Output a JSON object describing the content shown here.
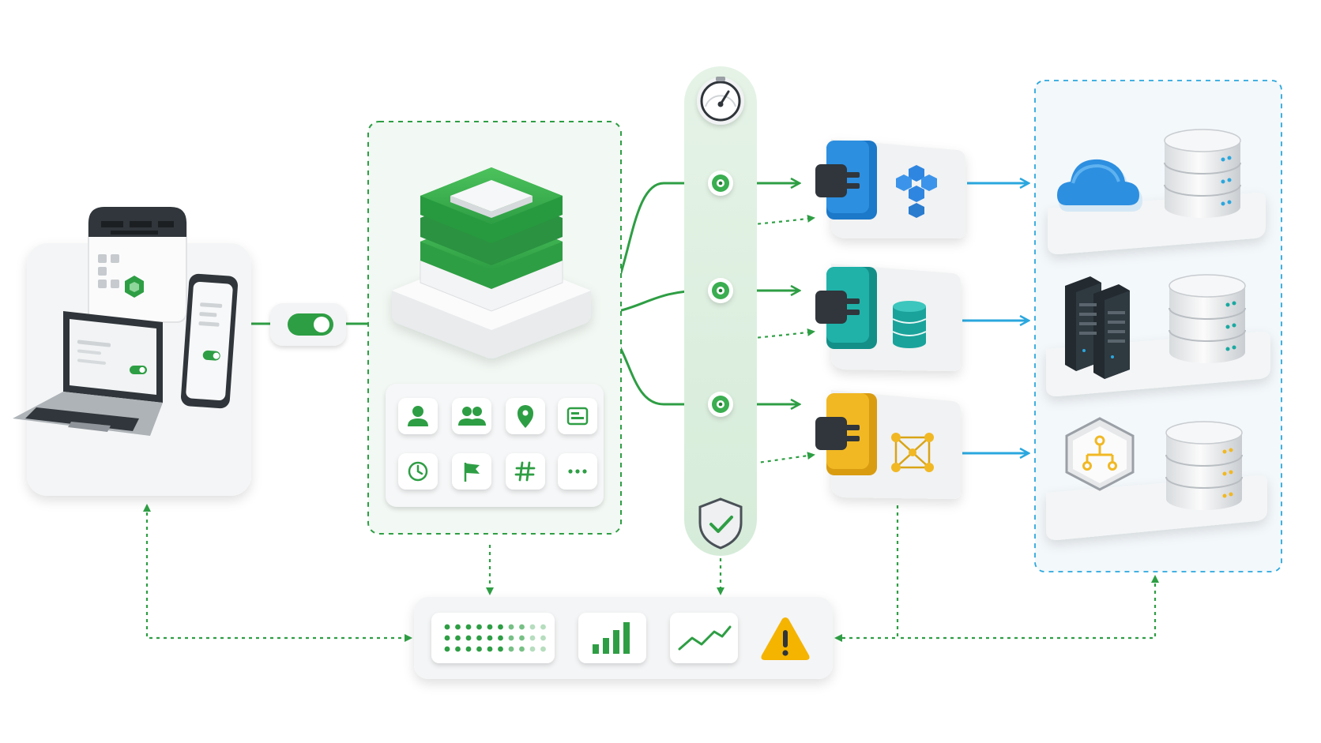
{
  "colors": {
    "green": "#2e9e44",
    "green_dark": "#1f7a33",
    "green_light": "#e3f2e6",
    "blue": "#2aa7de",
    "blue_dark": "#1c78c9",
    "teal": "#19a9a1",
    "yellow": "#f1b824",
    "warning": "#f5b400",
    "neutral": "#f3f4f5",
    "dark": "#2f353a"
  },
  "nodes": {
    "client_devices": {
      "icons": [
        "server-cube-icon",
        "tablet-icon",
        "laptop-icon"
      ]
    },
    "toggle_switch": {
      "icon": "toggle-switch-icon",
      "state": "on"
    },
    "platform": {
      "core_icon": "green-layers-stack-icon",
      "attributes": [
        "user-icon",
        "group-icon",
        "location-pin-icon",
        "card-icon",
        "clock-icon",
        "flag-icon",
        "hash-icon",
        "more-dots-icon"
      ]
    },
    "evaluation_rail": {
      "top_icon": "gauge-icon",
      "bottom_icon": "shield-check-icon",
      "checkpoints": 3
    },
    "connectors": [
      {
        "plug_color": "blue",
        "icon": "cubes-cluster-icon"
      },
      {
        "plug_color": "teal",
        "icon": "database-cylinder-icon"
      },
      {
        "plug_color": "yellow",
        "icon": "graph-network-icon"
      }
    ],
    "destinations": [
      {
        "icons": [
          "cloud-icon",
          "database-stack-icon"
        ]
      },
      {
        "icons": [
          "server-rack-icon",
          "database-stack-icon"
        ]
      },
      {
        "icons": [
          "hexagon-flow-icon",
          "database-stack-icon"
        ]
      }
    ],
    "monitoring": {
      "icons": [
        "dot-matrix-icon",
        "bar-chart-icon",
        "trend-line-icon",
        "warning-icon"
      ]
    }
  }
}
